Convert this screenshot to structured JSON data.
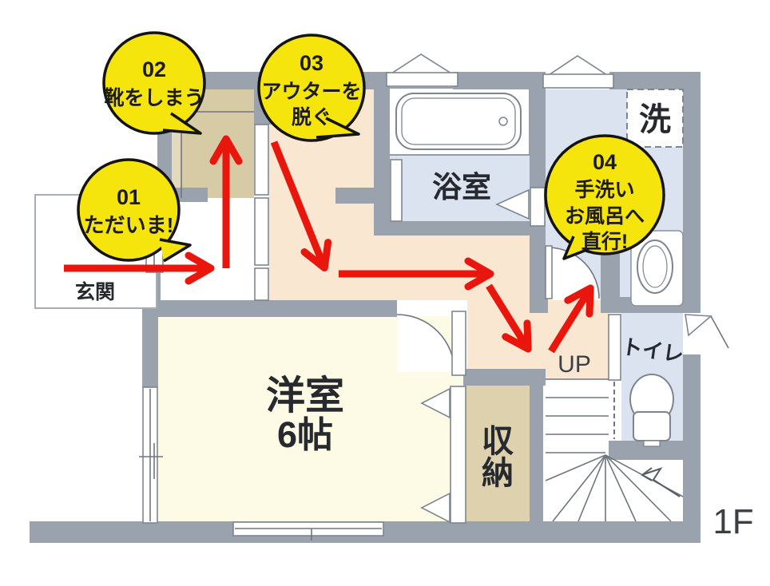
{
  "floor": {
    "label": "1F"
  },
  "rooms": {
    "entrance": "玄関",
    "bathroom": "浴室",
    "laundry": "洗",
    "toilet": "トイレ",
    "western_room": "洋室",
    "western_room_size": "6帖",
    "storage_char1": "収",
    "storage_char2": "納",
    "stairs": "UP"
  },
  "callouts": [
    {
      "number": "01",
      "lines": [
        "ただいま!"
      ]
    },
    {
      "number": "02",
      "lines": [
        "靴をしまう"
      ]
    },
    {
      "number": "03",
      "lines": [
        "アウターを",
        "脱ぐ"
      ]
    },
    {
      "number": "04",
      "lines": [
        "手洗い",
        "お風呂へ",
        "直行!"
      ]
    }
  ],
  "colors": {
    "arrow_red": "#e8160c",
    "callout_yellow": "#f6e50c",
    "wall_gray": "#9aa2ae",
    "hall_floor": "#f9e7d2",
    "room_floor": "#fdfae5",
    "wet_area_floor": "#dbe3f1",
    "closet_floor": "#d7cba6",
    "storage_floor": "#ddd2ad"
  }
}
